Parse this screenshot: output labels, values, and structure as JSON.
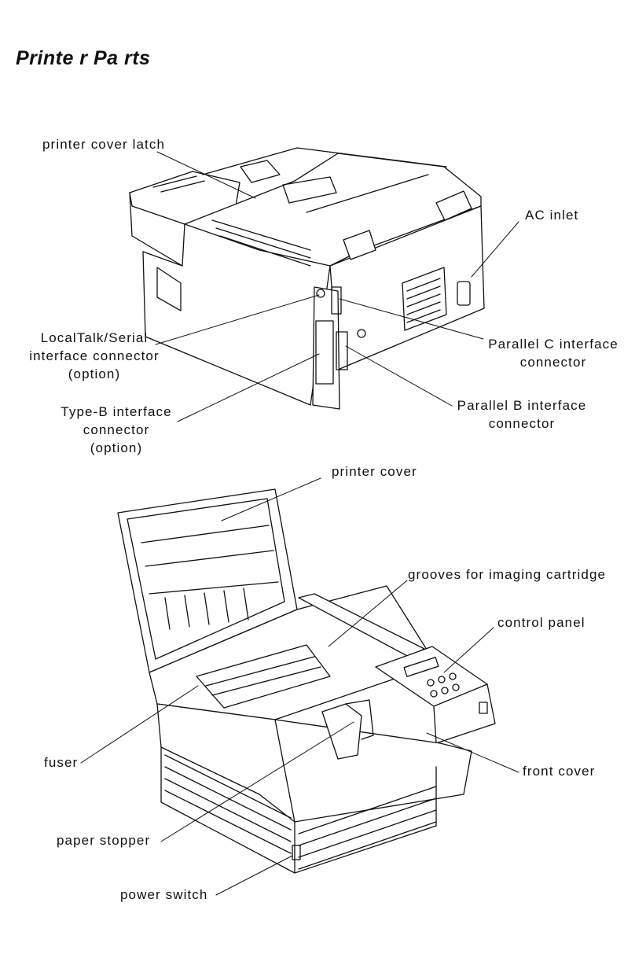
{
  "page": {
    "title": "Printe r Pa rts"
  },
  "callouts": {
    "cover_latch": "printer cover latch",
    "ac_inlet": "AC inlet",
    "localtalk": [
      "LocalTalk/Serial",
      "interface connector",
      "(option)"
    ],
    "parallel_c": [
      "Parallel C interface",
      "connector"
    ],
    "type_b": [
      "Type-B interface",
      "connector",
      "(option)"
    ],
    "parallel_b": [
      "Parallel B interface",
      "connector"
    ],
    "printer_cover": "printer cover",
    "grooves": "grooves for imaging cartridge",
    "control_panel": "control panel",
    "fuser": "fuser",
    "front_cover": "front cover",
    "paper_stopper": "paper stopper",
    "power_switch": "power switch"
  }
}
